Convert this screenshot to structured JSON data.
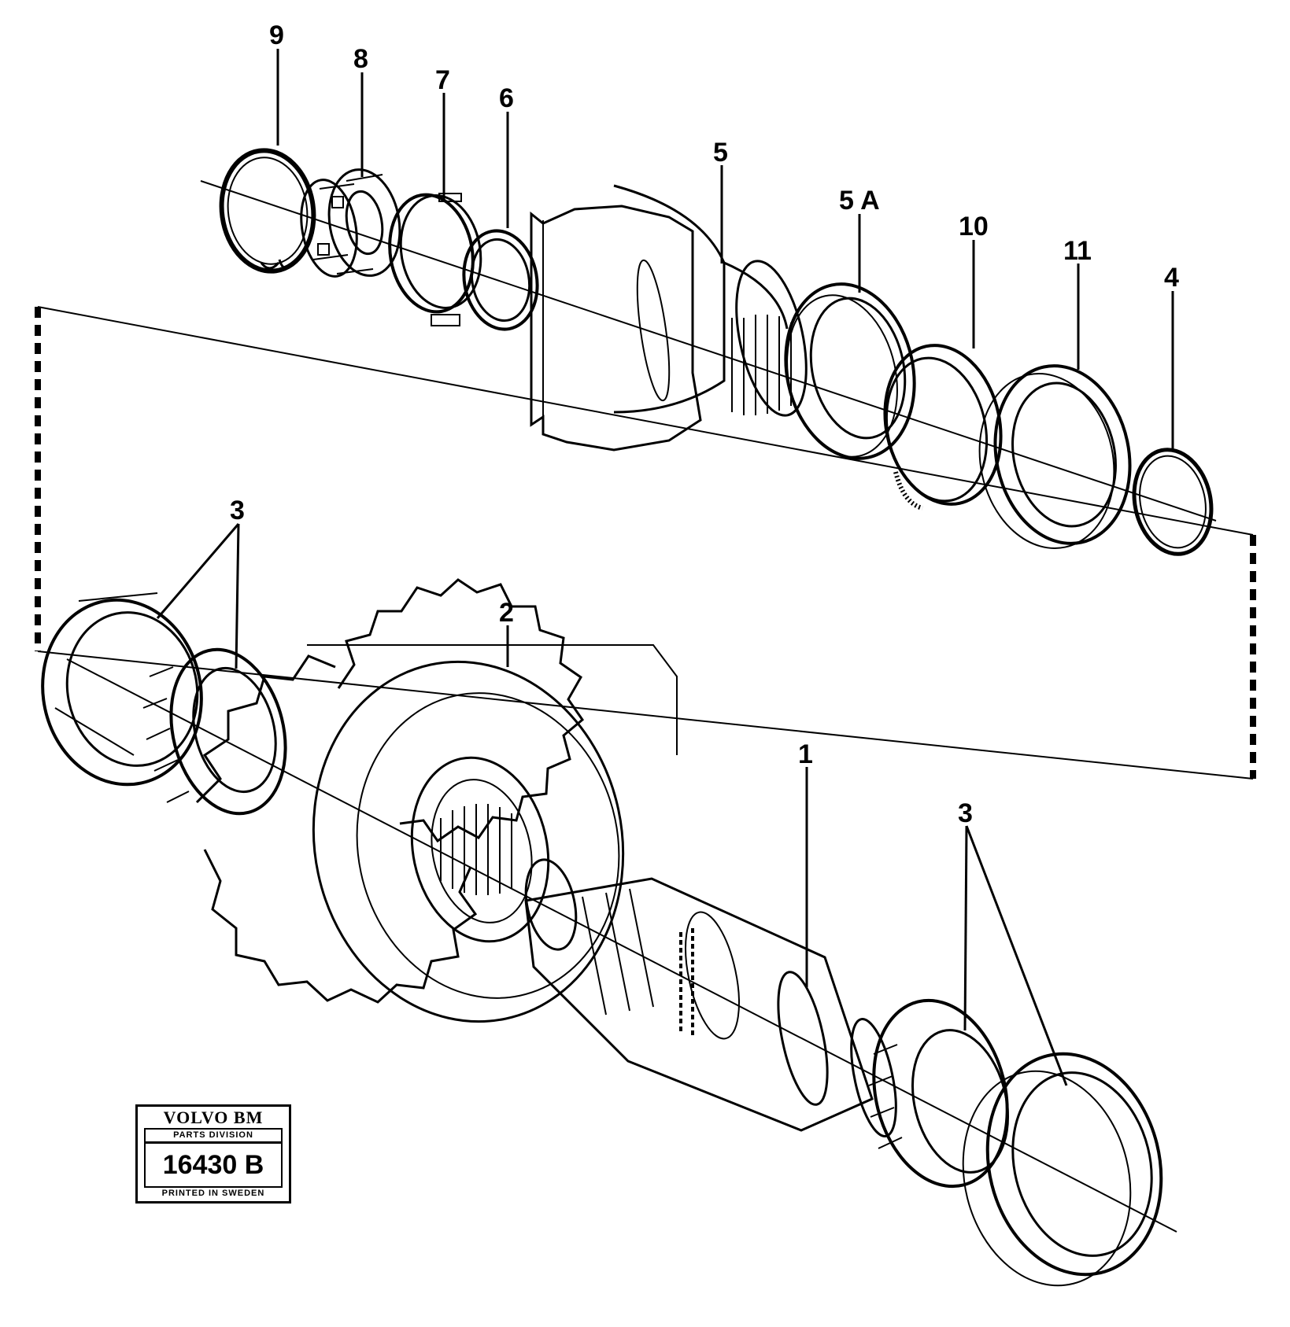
{
  "callouts": {
    "p1": "1",
    "p2": "2",
    "p3a": "3",
    "p3b": "3",
    "p4": "4",
    "p5": "5",
    "p5a": "5 A",
    "p6": "6",
    "p7": "7",
    "p8": "8",
    "p9": "9",
    "p10": "10",
    "p11": "11"
  },
  "stamp": {
    "brand": "VOLVO BM",
    "division": "PARTS DIVISION",
    "number": "16430 B",
    "printed": "PRINTED IN SWEDEN"
  }
}
